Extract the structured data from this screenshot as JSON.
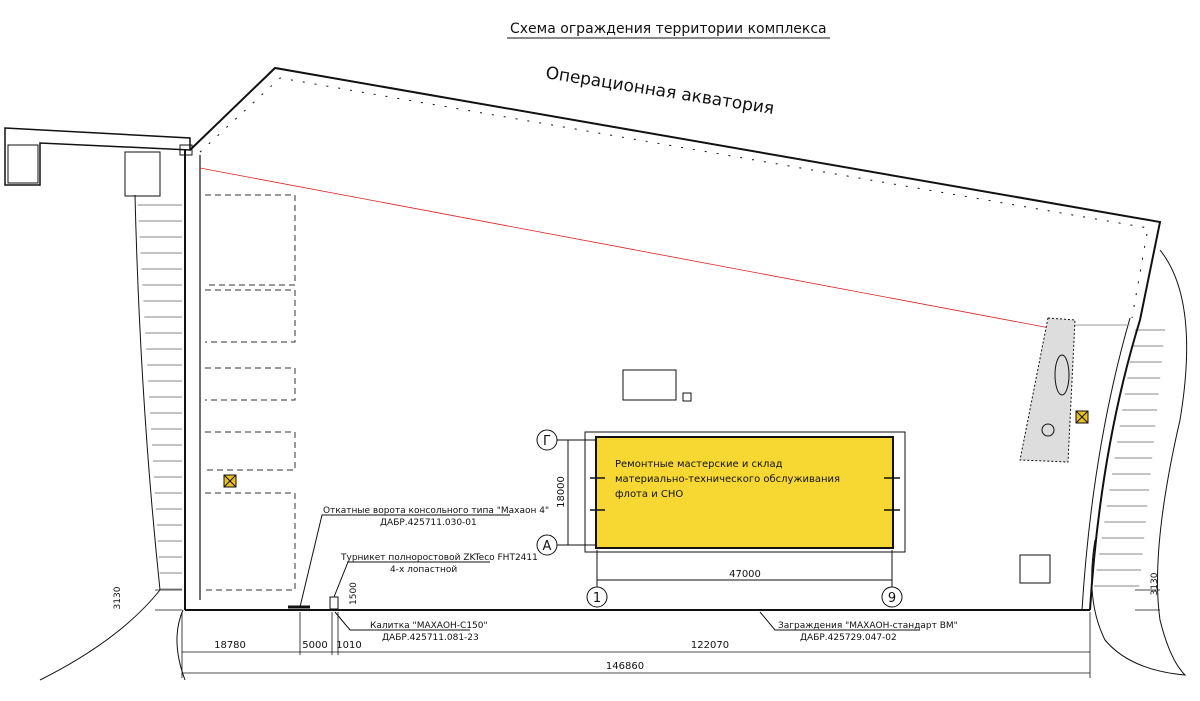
{
  "title": "Схема ограждения территории комплекса",
  "water_area": "Операционная акватория",
  "building": {
    "label_lines": [
      "Ремонтные мастерские и склад",
      "материально-технического обслуживания",
      " флота и СНО"
    ],
    "fill_color": "#f7d731",
    "axes": {
      "top": "Г",
      "bottom": "А",
      "left": "1",
      "right": "9"
    },
    "width_dim": "47000",
    "height_dim": "18000"
  },
  "callouts": {
    "gates": {
      "line1": "Откатные ворота  консольного типа \"Махаон 4\"",
      "line2": "ДАБР.425711.030-01"
    },
    "turnstile": {
      "line1": "Турникет полноростовой ZKTeco FHT2411",
      "line2": "4-х лопастной"
    },
    "wicket": {
      "line1": "Калитка \"МАХАОН-С150\"",
      "line2": "ДАБР.425711.081-23"
    },
    "fence": {
      "line1": "Заграждения \"МАХАОН-стандарт ВМ\"",
      "line2": "ДАБР.425729.047-02"
    }
  },
  "dimensions": {
    "d18780": "18780",
    "d5000": "5000",
    "d1010": "1010",
    "d122070": "122070",
    "total": "146860",
    "left_offset": "3130",
    "right_offset": "3130",
    "turnstile_h": "1500"
  },
  "colors": {
    "red_line": "#d22",
    "marker": "#e8c020"
  }
}
